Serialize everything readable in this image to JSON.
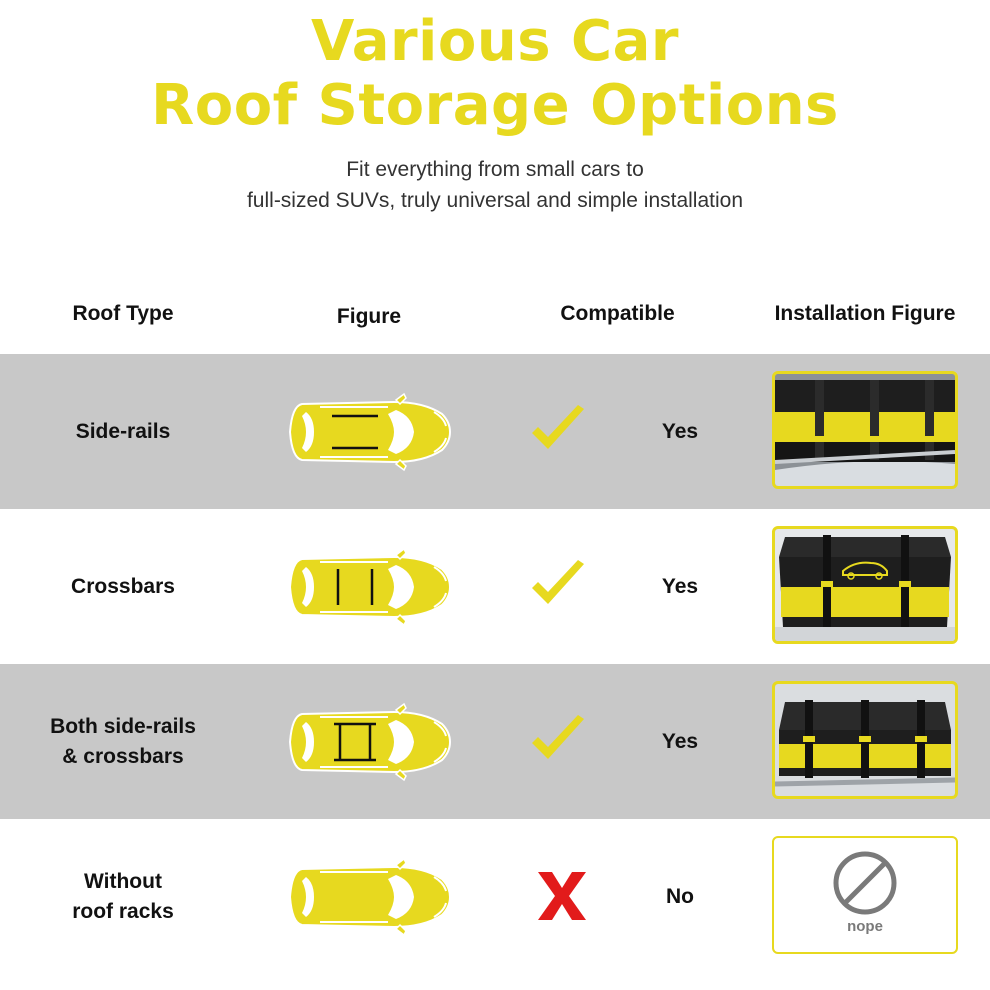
{
  "header": {
    "title_line1": "Various Car",
    "title_line2": "Roof Storage Options",
    "subtitle_line1": "Fit everything from small cars to",
    "subtitle_line2": "full-sized SUVs, truly universal and simple installation"
  },
  "columns": {
    "roof_type": "Roof Type",
    "figure": "Figure",
    "compatible": "Compatible",
    "installation_figure": "Installation Figure"
  },
  "rows": [
    {
      "roof_type_line1": "Side-rails",
      "roof_type_line2": "",
      "rack_icon": "side-rails-icon",
      "compatible_mark": "check-icon",
      "compatible_text": "Yes",
      "installation": "side-rails-installation-photo"
    },
    {
      "roof_type_line1": "Crossbars",
      "roof_type_line2": "",
      "rack_icon": "crossbars-icon",
      "compatible_mark": "check-icon",
      "compatible_text": "Yes",
      "installation": "crossbars-installation-photo"
    },
    {
      "roof_type_line1": "Both side-rails",
      "roof_type_line2": "& crossbars",
      "rack_icon": "frame-icon",
      "compatible_mark": "check-icon",
      "compatible_text": "Yes",
      "installation": "both-installation-photo"
    },
    {
      "roof_type_line1": "Without",
      "roof_type_line2": "roof racks",
      "rack_icon": "none",
      "compatible_mark": "x-icon",
      "compatible_text": "No",
      "installation": "nope-icon"
    }
  ],
  "nope_label": "nope",
  "colors": {
    "accent_yellow": "#e7d91f",
    "row_gray": "#c8c8c8",
    "x_red": "#e21b1b",
    "bag_black": "#1a1a1a"
  }
}
